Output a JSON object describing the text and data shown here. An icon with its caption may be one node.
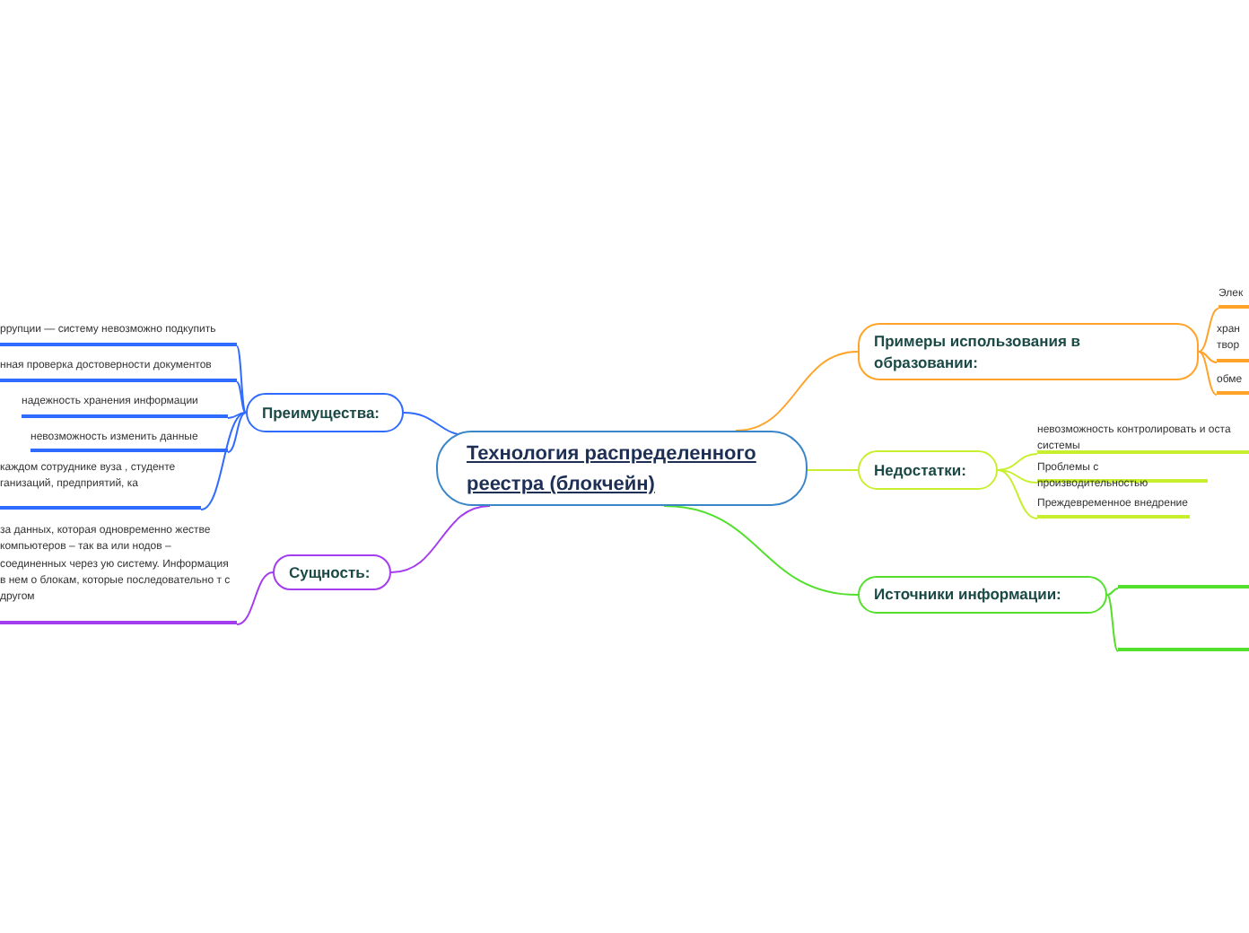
{
  "diagram": {
    "nodes": [
      {
        "text": [
          "Технология распределенного реестра (блокчейн)"
        ]
      },
      {
        "text": [
          "Примеры использования в образовании:"
        ]
      },
      {
        "text": [
          "Элек"
        ]
      },
      {
        "text": [
          "хран твор"
        ]
      },
      {
        "text": [
          "обме"
        ]
      },
      {
        "text": [
          "Недостатки:"
        ]
      },
      {
        "text": [
          "невозможность контролировать и оста системы"
        ]
      },
      {
        "text": [
          "Проблемы с производительностью"
        ]
      },
      {
        "text": [
          "Преждевременное внедрение"
        ]
      },
      {
        "text": [
          "Источники информации:"
        ]
      },
      {
        "text": [],
        "shape": "bar"
      },
      {
        "text": [],
        "shape": "bar"
      },
      {
        "text": [
          "Преимущества:"
        ]
      },
      {
        "text": [
          "ррупции — систему невозможно подкупить"
        ]
      },
      {
        "text": [
          "нная проверка достоверности документов"
        ]
      },
      {
        "text": [
          "надежность хранения информации"
        ]
      },
      {
        "text": [
          "невозможность изменить данные"
        ]
      },
      {
        "text": [
          "каждом сотруднике вуза , студенте ганизаций, предприятий, ка"
        ]
      },
      {
        "text": [
          "Сущность:"
        ]
      },
      {
        "text": [
          "за данных, которая одновременно жестве компьютеров – так ва или нодов – соединенных через ую систему. Информация в нем о блокам, которые последовательно т с другом"
        ]
      }
    ],
    "edges": [
      {
        "from": 0,
        "to": 1,
        "arrow": "none",
        "color": "#ffa329"
      },
      {
        "from": 1,
        "to": 2,
        "arrow": "none",
        "color": "#ffa329"
      },
      {
        "from": 1,
        "to": 3,
        "arrow": "none",
        "color": "#ffa329"
      },
      {
        "from": 1,
        "to": 4,
        "arrow": "none",
        "color": "#ffa329"
      },
      {
        "from": 0,
        "to": 5,
        "arrow": "none",
        "color": "#c8ef2e"
      },
      {
        "from": 5,
        "to": 6,
        "arrow": "none",
        "color": "#c8ef2e"
      },
      {
        "from": 5,
        "to": 7,
        "arrow": "none",
        "color": "#c8ef2e"
      },
      {
        "from": 5,
        "to": 8,
        "arrow": "none",
        "color": "#c8ef2e"
      },
      {
        "from": 0,
        "to": 9,
        "arrow": "none",
        "color": "#52e02c"
      },
      {
        "from": 9,
        "to": 10,
        "arrow": "none",
        "color": "#52e02c"
      },
      {
        "from": 9,
        "to": 11,
        "arrow": "none",
        "color": "#52e02c"
      },
      {
        "from": 0,
        "to": 12,
        "arrow": "none"
      },
      {
        "from": 12,
        "to": 13,
        "arrow": "none"
      },
      {
        "from": 12,
        "to": 14,
        "arrow": "none"
      },
      {
        "from": 12,
        "to": 15,
        "arrow": "none"
      },
      {
        "from": 12,
        "to": 16,
        "arrow": "none"
      },
      {
        "from": 12,
        "to": 17,
        "arrow": "none"
      },
      {
        "from": 0,
        "to": 18,
        "arrow": "none",
        "color": "#a43cf0"
      },
      {
        "from": 18,
        "to": 19,
        "arrow": "none",
        "color": "#a43cf0"
      }
    ]
  }
}
